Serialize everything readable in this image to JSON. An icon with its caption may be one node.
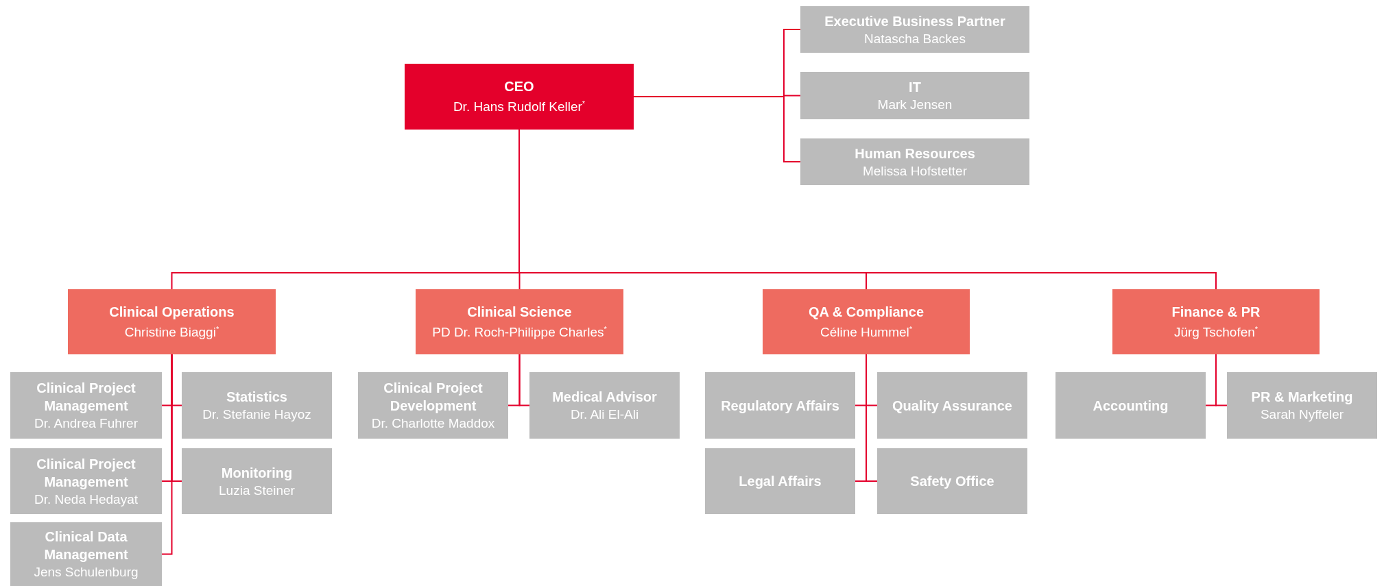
{
  "diagram": {
    "nodes": [
      {
        "text": [
          "CEO",
          "Dr. Hans Rudolf Keller$^{*}$"
        ]
      },
      {
        "text": [
          "Executive Business Partner",
          "Natascha Backes"
        ]
      },
      {
        "text": [
          "IT",
          "Mark Jensen"
        ]
      },
      {
        "text": [
          "Human Resources",
          "Melissa Hofstetter"
        ]
      },
      {
        "text": [
          "Clinical Operations",
          "Christine Biaggi$^{*}$"
        ]
      },
      {
        "text": [
          "Clinical Science",
          "PD Dr. Roch-Philippe Charles$^{*}$"
        ]
      },
      {
        "text": [
          "QA & Compliance",
          "Céline Hummel$^{*}$"
        ]
      },
      {
        "text": [
          "Finance & PR",
          "Jürg Tschofen$^{*}$"
        ]
      },
      {
        "text": [
          "Clinical Project Management",
          "Dr. Andrea Fuhrer"
        ]
      },
      {
        "text": [
          "Statistics",
          "Dr. Stefanie Hayoz"
        ]
      },
      {
        "text": [
          "Clinical Project Management",
          "Dr. Neda Hedayat"
        ]
      },
      {
        "text": [
          "Monitoring",
          "Luzia Steiner"
        ]
      },
      {
        "text": [
          "Clinical Data Management",
          "Jens Schulenburg"
        ]
      },
      {
        "text": [
          "Clinical Project Development",
          "Dr. Charlotte Maddox"
        ]
      },
      {
        "text": [
          "Medical Advisor",
          "Dr. Ali El-Ali"
        ]
      },
      {
        "text": [
          "Regulatory Affairs"
        ]
      },
      {
        "text": [
          "Quality Assurance"
        ]
      },
      {
        "text": [
          "Legal Affairs"
        ]
      },
      {
        "text": [
          "Safety Office"
        ]
      },
      {
        "text": [
          "Accounting"
        ]
      },
      {
        "text": [
          "PR & Marketing",
          "Sarah Nyffeler"
        ]
      }
    ],
    "edges": [
      {
        "from": 0,
        "to": 1,
        "arrow": "none"
      },
      {
        "from": 0,
        "to": 2,
        "arrow": "none"
      },
      {
        "from": 0,
        "to": 3,
        "arrow": "none"
      },
      {
        "from": 0,
        "to": 4,
        "arrow": "none"
      },
      {
        "from": 0,
        "to": 5,
        "arrow": "none"
      },
      {
        "from": 0,
        "to": 6,
        "arrow": "none"
      },
      {
        "from": 0,
        "to": 7,
        "arrow": "none"
      },
      {
        "from": 4,
        "to": 8,
        "arrow": "none"
      },
      {
        "from": 4,
        "to": 9,
        "arrow": "none"
      },
      {
        "from": 4,
        "to": 10,
        "arrow": "none"
      },
      {
        "from": 4,
        "to": 11,
        "arrow": "none"
      },
      {
        "from": 4,
        "to": 12,
        "arrow": "none"
      },
      {
        "from": 5,
        "to": 13,
        "arrow": "none"
      },
      {
        "from": 5,
        "to": 14,
        "arrow": "none"
      },
      {
        "from": 6,
        "to": 15,
        "arrow": "none"
      },
      {
        "from": 6,
        "to": 16,
        "arrow": "none"
      },
      {
        "from": 6,
        "to": 17,
        "arrow": "none"
      },
      {
        "from": 6,
        "to": 18,
        "arrow": "none"
      },
      {
        "from": 7,
        "to": 19,
        "arrow": "none"
      },
      {
        "from": 7,
        "to": 20,
        "arrow": "none"
      }
    ]
  }
}
